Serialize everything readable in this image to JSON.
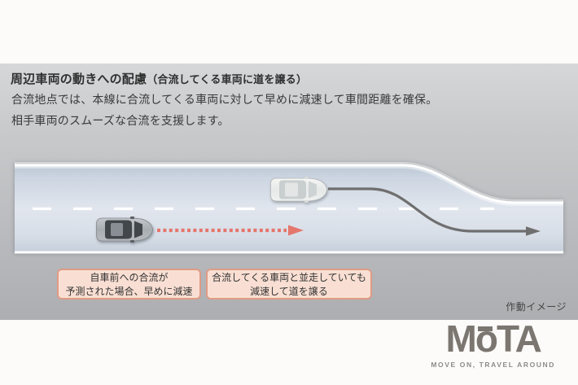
{
  "header": {
    "title_main": "周辺車両の動きへの配慮",
    "title_paren": "（合流してくる車両に道を譲る）",
    "body_line1": "合流地点では、本線に合流してくる車両に対して早めに減速して車間距離を確保。",
    "body_line2": "相手車両のスムーズな合流を支援します。"
  },
  "diagram": {
    "caption": "作動イメージ",
    "labels": {
      "left": {
        "line1": "自車前への合流が",
        "line2": "予測された場合、早めに減速"
      },
      "right": {
        "line1": "合流してくる車両と並走していても",
        "line2": "減速して道を譲る"
      }
    },
    "icons": {
      "own_car": "own-car-icon",
      "merging_car": "merging-car-icon",
      "deceleration_arrow": "deceleration-dotted-arrow-icon",
      "merge_path_arrow": "merge-path-arrow-icon"
    }
  },
  "footer": {
    "logo": {
      "m": "M",
      "o": "o",
      "ta": "TA",
      "alt": "MOTA"
    },
    "tagline": "MOVE ON, TRAVEL AROUND"
  },
  "colors": {
    "accent_red": "#e5766c",
    "label_bg": "#f9dfd3",
    "label_border": "#df9b85",
    "road_line": "#ffffff",
    "merge_arrow_gray": "#6f6f6f",
    "logo_gray": "#7b7670",
    "panel_top": "#d6d7d9",
    "panel_bottom": "#adaeb1"
  }
}
